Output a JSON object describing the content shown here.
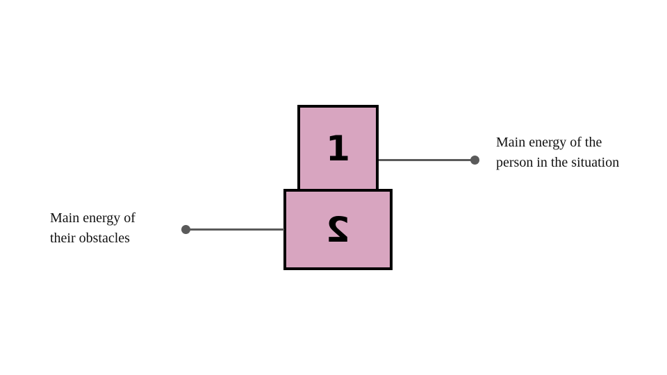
{
  "diagram": {
    "box1": {
      "number": "1",
      "label": "Main energy of the person in the situation"
    },
    "box2": {
      "number": "2",
      "label": "Main energy of their obstacles"
    },
    "colors": {
      "box_fill": "#d8a5c0",
      "box_border": "#000000",
      "connector": "#5a5a5a"
    }
  }
}
